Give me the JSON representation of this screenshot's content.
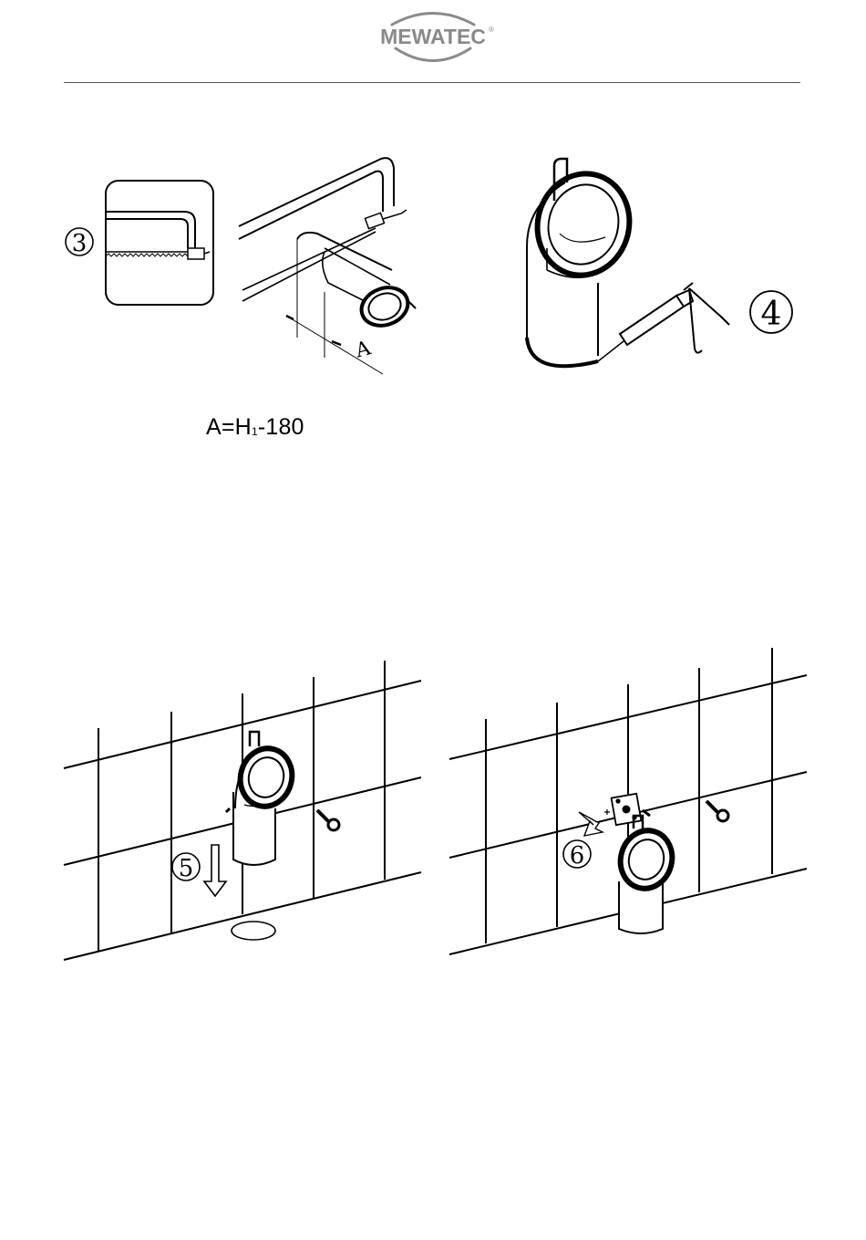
{
  "header": {
    "brand": "MEWATEC",
    "registered_mark": "®",
    "brand_color": "#8a8a8a"
  },
  "steps": {
    "step3": {
      "number": "3",
      "dimension_label": "A"
    },
    "step4": {
      "number": "4"
    },
    "step5": {
      "number": "5"
    },
    "step6": {
      "number": "6"
    }
  },
  "formula": {
    "prefix": "A=H",
    "subscript": "1",
    "suffix": "-180"
  }
}
